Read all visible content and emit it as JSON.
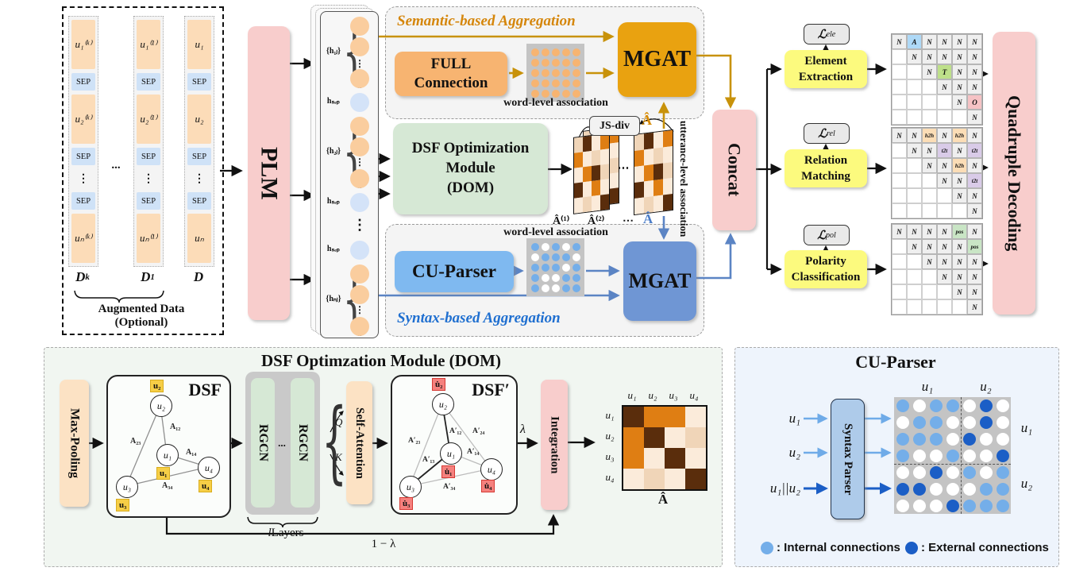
{
  "input": {
    "aug_line1": "Augmented Data",
    "aug_line2": "(Optional)",
    "ellipsis": "...",
    "columns": [
      {
        "label": "D",
        "sub": "k",
        "tokens": [
          "u₁⁽ᵏ⁾",
          "SEP",
          "u₂⁽ᵏ⁾",
          "SEP",
          "⋮",
          "SEP",
          "uₙ⁽ᵏ⁾"
        ]
      },
      {
        "label": "D",
        "sub": "1",
        "tokens": [
          "u₁⁽¹⁾",
          "SEP",
          "u₂⁽¹⁾",
          "SEP",
          "⋮",
          "SEP",
          "uₙ⁽¹⁾"
        ]
      },
      {
        "label": "D",
        "sub": "",
        "tokens": [
          "u₁",
          "SEP",
          "u₂",
          "SEP",
          "⋮",
          "SEP",
          "uₙ"
        ]
      }
    ]
  },
  "plm": {
    "label": "PLM"
  },
  "hidden": {
    "g1": "{h₁ⱼ}",
    "sep1": "hₛₑₚ",
    "g2": "{h₂ⱼ}",
    "sep2": "hₛₑₚ",
    "dots": "⋮",
    "sep3": "hₛₑₚ",
    "g3": "{hₙⱼ}"
  },
  "semantic": {
    "title": "Semantic-based Aggregation",
    "full1": "FULL",
    "full2": "Connection",
    "assoc_label": "word-level association",
    "mgat": "MGAT",
    "grid": [
      [
        "o",
        "o",
        "o",
        "o",
        "o"
      ],
      [
        "o",
        "o",
        "o",
        "o",
        "o"
      ],
      [
        "o",
        "o",
        "o",
        "o",
        "o"
      ],
      [
        "o",
        "o",
        "o",
        "o",
        "o"
      ],
      [
        "o",
        "o",
        "o",
        "o",
        "o"
      ]
    ]
  },
  "dom": {
    "line1": "DSF Optimization",
    "line2": "Module",
    "line3": "(DOM)"
  },
  "assoc": {
    "jsdiv": "JS-div",
    "a1": "Â⁽¹⁾",
    "a2": "Â⁽²⁾",
    "dots": "⋯",
    "ahat_top": "Â",
    "ahat_bottom": "Â",
    "utterance_label": "utterance-level association",
    "pattern": [
      [
        "t",
        "k",
        "c",
        "m"
      ],
      [
        "m",
        "c",
        "t",
        "c"
      ],
      [
        "c",
        "m",
        "k",
        "t"
      ],
      [
        "k",
        "c",
        "m",
        "c"
      ],
      [
        "c",
        "t",
        "c",
        "k"
      ]
    ]
  },
  "syntaxagg": {
    "title": "Syntax-based Aggregation",
    "cu_parser": "CU-Parser",
    "assoc_label": "word-level association",
    "mgat": "MGAT",
    "grid": [
      [
        "b",
        "w",
        "b",
        "w",
        "b"
      ],
      [
        "w",
        "b",
        "b",
        "b",
        "w"
      ],
      [
        "b",
        "b",
        "b",
        "w",
        "b"
      ],
      [
        "b",
        "w",
        "w",
        "b",
        "b"
      ],
      [
        "b",
        "w",
        "w",
        "b",
        "b"
      ]
    ]
  },
  "concat": {
    "label": "Concat"
  },
  "heads": [
    {
      "loss": "ℒ",
      "loss_sub": "ele",
      "line1": "Element",
      "line2": "Extraction",
      "matrix": [
        [
          "N",
          "A",
          "N",
          "N",
          "N",
          "N"
        ],
        [
          "",
          "N",
          "N",
          "N",
          "N",
          "N"
        ],
        [
          "",
          "",
          "N",
          "T",
          "N",
          "N"
        ],
        [
          "",
          "",
          "",
          "N",
          "N",
          "N"
        ],
        [
          "",
          "",
          "",
          "",
          "N",
          "O"
        ],
        [
          "",
          "",
          "",
          "",
          "",
          "N"
        ]
      ]
    },
    {
      "loss": "ℒ",
      "loss_sub": "rel",
      "line1": "Relation",
      "line2": "Matching",
      "matrix": [
        [
          "N",
          "N",
          "h2h",
          "N",
          "h2h",
          "N"
        ],
        [
          "",
          "N",
          "N",
          "t2t",
          "N",
          "t2t"
        ],
        [
          "",
          "",
          "N",
          "N",
          "h2h",
          "N"
        ],
        [
          "",
          "",
          "",
          "N",
          "N",
          "t2t"
        ],
        [
          "",
          "",
          "",
          "",
          "N",
          "N"
        ],
        [
          "",
          "",
          "",
          "",
          "",
          "N"
        ]
      ]
    },
    {
      "loss": "ℒ",
      "loss_sub": "pol",
      "line1": "Polarity",
      "line2": "Classification",
      "matrix": [
        [
          "N",
          "N",
          "N",
          "N",
          "pos",
          "N"
        ],
        [
          "",
          "N",
          "N",
          "N",
          "N",
          "pos"
        ],
        [
          "",
          "",
          "N",
          "N",
          "N",
          "N"
        ],
        [
          "",
          "",
          "",
          "N",
          "N",
          "N"
        ],
        [
          "",
          "",
          "",
          "",
          "N",
          "N"
        ],
        [
          "",
          "",
          "",
          "",
          "",
          "N"
        ]
      ]
    }
  ],
  "quadruple": {
    "label": "Quadruple Decoding"
  },
  "dom_detail": {
    "title": "DSF Optimzation Module (DOM)",
    "max_pooling": "Max-Pooling",
    "dsf_label": "DSF",
    "dsf2_label": "DSF′",
    "rgcn1": "RGCN",
    "rgcn2": "RGCN",
    "rgcn_dots": "...",
    "layers_l": "l",
    "layers_rest": " Layers",
    "q": "Q",
    "k": "K",
    "self_attention": "Self-Attention",
    "lambda": "λ",
    "one_minus_lambda": "1 − λ",
    "integration": "Integration",
    "g1_nodes": [
      "u₂",
      "u₁",
      "u₃",
      "u₄"
    ],
    "g1_tags": [
      "u₂",
      "u₁",
      "u₃",
      "u₄"
    ],
    "g1_edges": [
      "A₁₂",
      "A₂₃",
      "A₁₄",
      "A₃₄"
    ],
    "g2_nodes": [
      "u₂",
      "u₁",
      "u₃",
      "u₄"
    ],
    "g2_tags": [
      "u̇₂",
      "u̇₁",
      "u̇₃",
      "u̇₄"
    ],
    "g2_edges": [
      "A′₁₂",
      "A′₂₄",
      "A′₂₃",
      "A′₁₃",
      "A′₁₄",
      "A′₃₄"
    ],
    "ahat": {
      "cols": [
        "u₁",
        "u₂",
        "u₃",
        "u₄"
      ],
      "rows": [
        "u₁",
        "u₂",
        "u₃",
        "u₄"
      ],
      "label": "Â",
      "cells": [
        [
          "k",
          "m",
          "m",
          "c"
        ],
        [
          "m",
          "k",
          "c",
          "t"
        ],
        [
          "m",
          "c",
          "k",
          "c"
        ],
        [
          "c",
          "t",
          "c",
          "k"
        ]
      ]
    }
  },
  "cu_detail": {
    "title": "CU-Parser",
    "inputs": [
      "u₁",
      "u₂",
      "u₁||u₂"
    ],
    "syntax_parser": "Syntax Parser",
    "cols": [
      "u₁",
      "u₂"
    ],
    "rows": [
      "u₁",
      "u₂"
    ],
    "grid": [
      [
        "l",
        "w",
        "l",
        "l",
        "w",
        "d",
        "w"
      ],
      [
        "w",
        "l",
        "l",
        "w",
        "w",
        "d",
        "w"
      ],
      [
        "l",
        "l",
        "l",
        "w",
        "d",
        "w",
        "w"
      ],
      [
        "l",
        "w",
        "w",
        "l",
        "w",
        "w",
        "d"
      ],
      [
        "w",
        "w",
        "d",
        "w",
        "l",
        "w",
        "l"
      ],
      [
        "d",
        "d",
        "w",
        "w",
        "w",
        "l",
        "l"
      ],
      [
        "w",
        "w",
        "w",
        "d",
        "l",
        "l",
        "l"
      ]
    ],
    "legend_internal": ": Internal connections",
    "legend_external": ": External connections"
  }
}
